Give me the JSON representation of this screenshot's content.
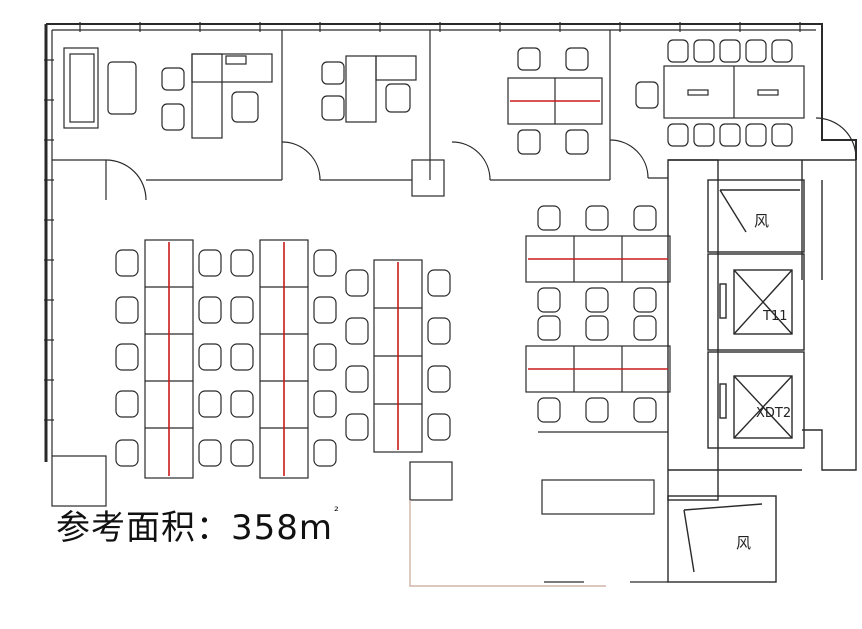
{
  "plan": {
    "area_label": "参考面积：358m",
    "area_unit_sup": "²",
    "labels": {
      "air_shaft_top": "风",
      "air_shaft_bottom": "风",
      "elevator_1": "T11",
      "elevator_2": "XDT2"
    },
    "colors": {
      "wall": "#222222",
      "partition_red": "#cc1a1a",
      "line": "#333333"
    }
  }
}
